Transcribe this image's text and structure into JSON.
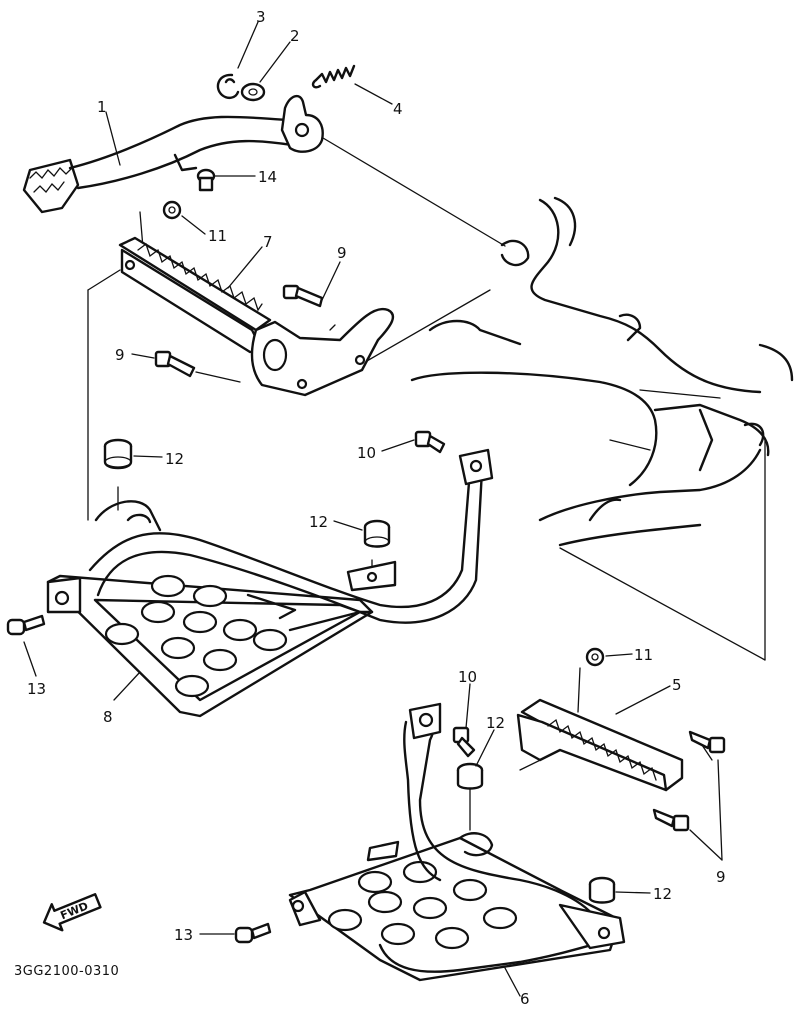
{
  "callouts": {
    "c1": "1",
    "c2": "2",
    "c3": "3",
    "c4": "4",
    "c5": "5",
    "c6": "6",
    "c7": "7",
    "c8": "8",
    "c9a": "9",
    "c9b": "9",
    "c9c": "9",
    "c10a": "10",
    "c10b": "10",
    "c11a": "11",
    "c11b": "11",
    "c12a": "12",
    "c12b": "12",
    "c12c": "12",
    "c12d": "12",
    "c13a": "13",
    "c13b": "13",
    "c14": "14"
  },
  "fwd_label": "FWD",
  "diagram_code": "3GG2100-0310"
}
